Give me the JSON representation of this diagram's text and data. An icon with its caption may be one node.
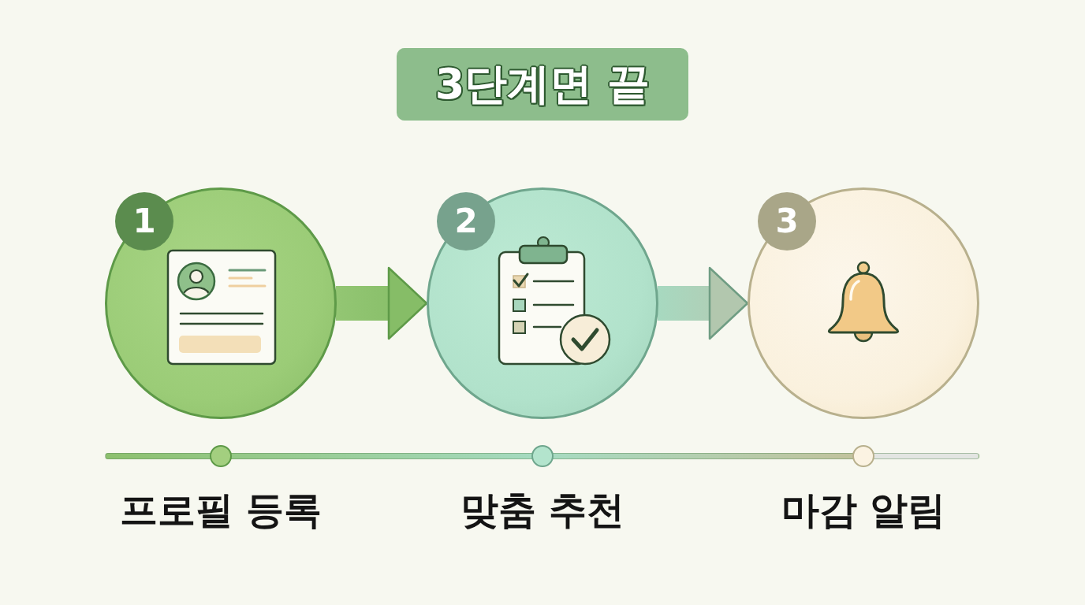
{
  "diagram": {
    "title": "3단계면 끝",
    "nodes": [
      {
        "text": [
          "1"
        ],
        "beside": [
          "프로필 등록"
        ]
      },
      {
        "text": [
          "2"
        ],
        "beside": [
          "맞춤 추천"
        ]
      },
      {
        "text": [
          "3"
        ],
        "beside": [
          "마감 알림"
        ]
      }
    ],
    "edges": [
      {
        "from": 0,
        "to": 1,
        "arrow": "to"
      },
      {
        "from": 1,
        "to": 2,
        "arrow": "to"
      }
    ]
  }
}
